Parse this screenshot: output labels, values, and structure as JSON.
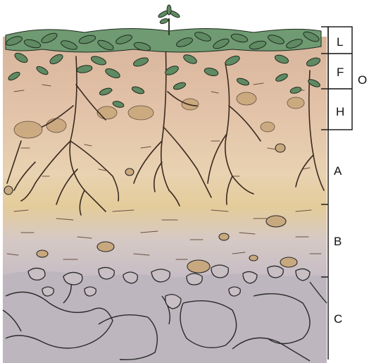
{
  "soil_profile": {
    "o_group_label": "O",
    "horizons": [
      {
        "label": "L"
      },
      {
        "label": "F"
      },
      {
        "label": "H"
      },
      {
        "label": "A"
      },
      {
        "label": "B"
      },
      {
        "label": "C"
      }
    ]
  },
  "colors": {
    "litter_green": "#5f8a62",
    "humus_tan": "#d9b79c",
    "a_horizon": "#e3c99d",
    "b_horizon": "#c9bfc6",
    "c_bedrock": "#b9b3ba",
    "roots": "#3b2a20",
    "pebbles": "#c7a57a"
  }
}
